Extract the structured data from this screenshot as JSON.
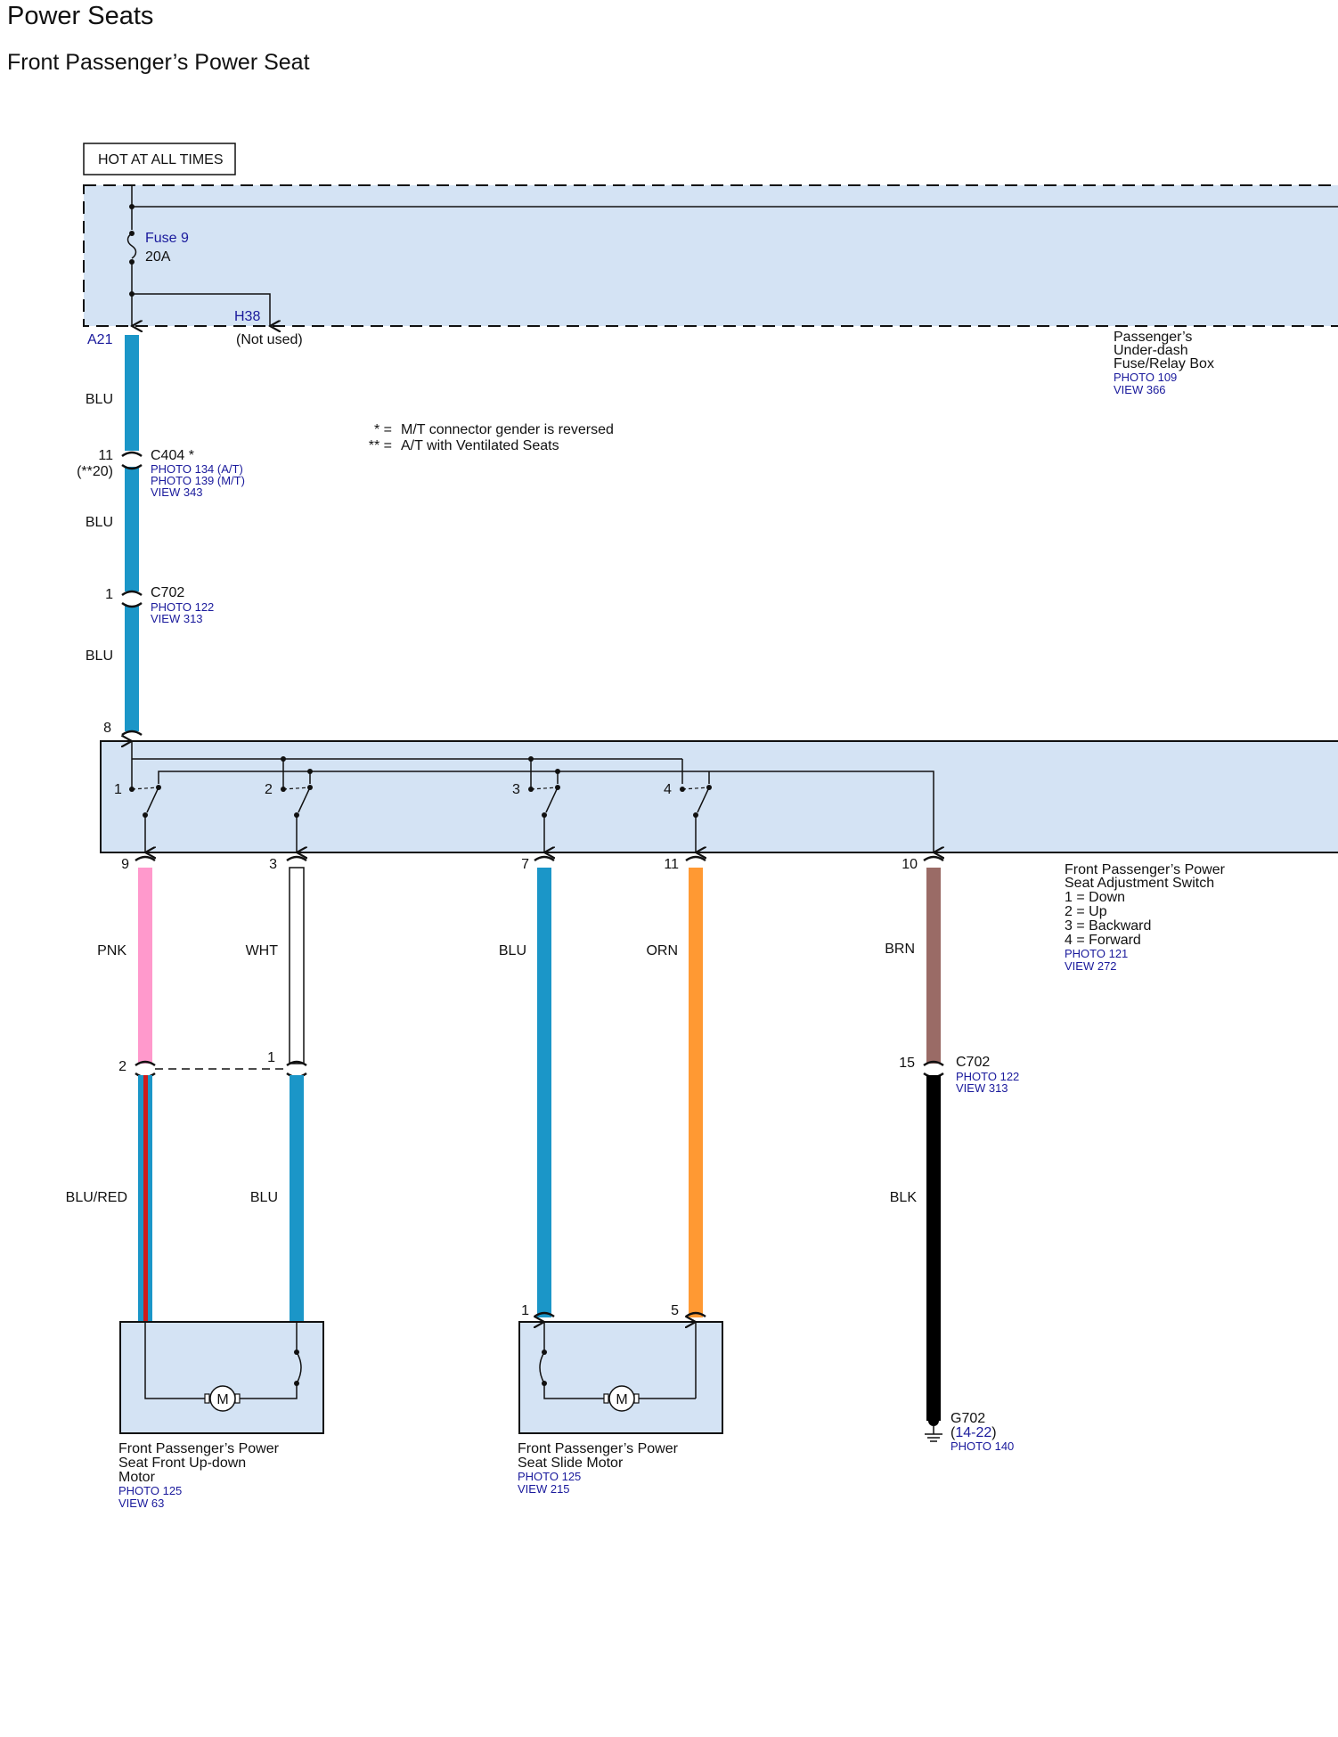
{
  "header": {
    "title": "Power Seats",
    "subtitle": "Front Passenger’s Power Seat"
  },
  "supply": {
    "hot_label": "HOT AT ALL TIMES",
    "fuse_name": "Fuse 9",
    "fuse_rating": "20A",
    "terminal_out": "A21",
    "terminal_unused": "H38",
    "unused_note": "(Not used)"
  },
  "fuse_box": {
    "name_line1": "Passenger’s",
    "name_line2": "Under-dash",
    "name_line3": "Fuse/Relay Box",
    "photo": "PHOTO 109",
    "view": "VIEW 366"
  },
  "notes": {
    "n1_mark": "* =",
    "n1_text": "M/T connector gender is reversed",
    "n2_mark": "** =",
    "n2_text": "A/T with Ventilated Seats"
  },
  "feed": {
    "w1": "BLU",
    "c404_pin": "11",
    "c404_alt_pin": "(**20)",
    "c404_name": "C404 *",
    "c404_photo1": "PHOTO 134 (A/T)",
    "c404_photo2": "PHOTO 139 (M/T)",
    "c404_view": "VIEW 343",
    "w2": "BLU",
    "c702_pin": "1",
    "c702_name": "C702",
    "c702_photo": "PHOTO 122",
    "c702_view": "VIEW 313",
    "w3": "BLU",
    "switch_in_pin": "8"
  },
  "switch": {
    "contact_1": "1",
    "contact_2": "2",
    "contact_3": "3",
    "contact_4": "4",
    "name_line1": "Front Passenger’s Power",
    "name_line2": "Seat Adjustment Switch",
    "legend_1": "1 = Down",
    "legend_2": "2 = Up",
    "legend_3": "3 = Backward",
    "legend_4": "4 = Forward",
    "photo": "PHOTO 121",
    "view": "VIEW 272"
  },
  "outputs": {
    "pin_9": "9",
    "pin_3": "3",
    "pin_7": "7",
    "pin_11": "11",
    "pin_10": "10",
    "wire_pnk": "PNK",
    "wire_wht": "WHT",
    "wire_blu": "BLU",
    "wire_orn": "ORN",
    "wire_brn": "BRN",
    "inline_pin_2": "2",
    "inline_pin_1": "1",
    "inline_pin_15": "15",
    "c702_name": "C702",
    "c702_photo": "PHOTO 122",
    "c702_view": "VIEW 313",
    "wire_blured": "BLU/RED",
    "wire_blu2": "BLU",
    "wire_blk": "BLK"
  },
  "motor_updown": {
    "symbol": "M",
    "name_line1": "Front Passenger’s Power",
    "name_line2": "Seat Front Up-down",
    "name_line3": "Motor",
    "photo": "PHOTO 125",
    "view": "VIEW 63"
  },
  "motor_slide": {
    "pin_1": "1",
    "pin_5": "5",
    "symbol": "M",
    "name_line1": "Front Passenger’s Power",
    "name_line2": "Seat Slide Motor",
    "photo": "PHOTO 125",
    "view": "VIEW 215"
  },
  "ground": {
    "name": "G702",
    "ref_open": "(",
    "ref": "14-22",
    "ref_close": ")",
    "photo": "PHOTO 140"
  },
  "colors": {
    "box_fill": "#d4e3f4",
    "blu": "#1b96c8",
    "pnk": "#ff99cc",
    "orn": "#ff9933",
    "brn": "#9a6b66",
    "red": "#d01a1a",
    "blk": "#000000",
    "ref_text": "#1a1a9c"
  }
}
